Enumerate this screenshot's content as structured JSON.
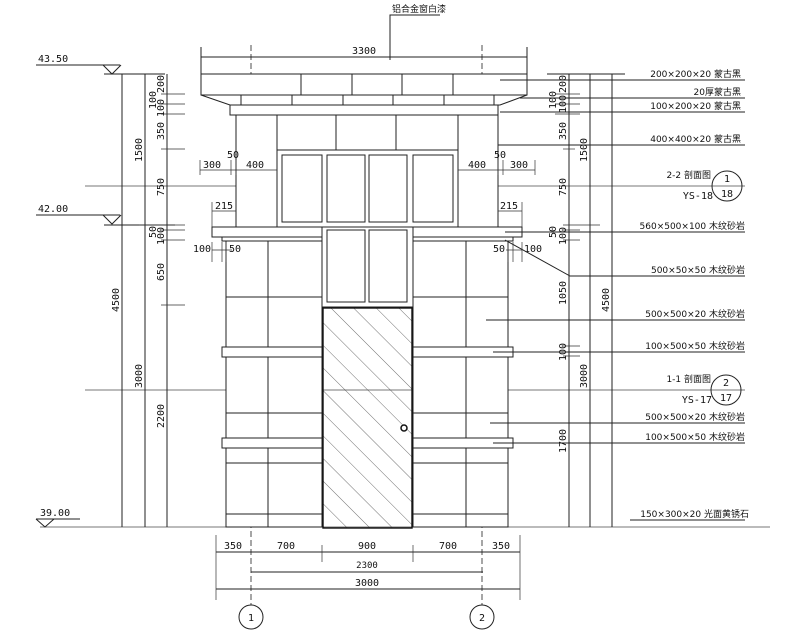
{
  "top_note": "铝合金窗白漆",
  "elevations": [
    "43.50",
    "42.00",
    "39.00"
  ],
  "top_dim": "3300",
  "left_dims": {
    "total": "4500",
    "upper": "1500",
    "lower": "3000",
    "segs": [
      "200",
      "100",
      "100",
      "350",
      "750",
      "50",
      "100",
      "650",
      "2200"
    ]
  },
  "right_dims": {
    "total": "4500",
    "upper": "1500",
    "lower": "3000",
    "segs": [
      "200",
      "100",
      "100",
      "350",
      "750",
      "50",
      "100",
      "1050",
      "100",
      "1700"
    ]
  },
  "detail_dims": {
    "left_300": "300",
    "left_50": "50",
    "left_400": "400",
    "right_400": "400",
    "right_50": "50",
    "right_300": "300",
    "left_215": "215",
    "right_215": "215",
    "left_100": "100",
    "left_50b": "50",
    "right_50b": "50",
    "right_100": "100"
  },
  "bottom_dims": {
    "segs": [
      "350",
      "700",
      "900",
      "700",
      "350"
    ],
    "axis_span": "2300",
    "total": "3000"
  },
  "axes": [
    "1",
    "2"
  ],
  "materials": [
    "200×200×20 蒙古黑",
    "20厚蒙古黑",
    "100×200×20 蒙古黑",
    "400×400×20 蒙古黑",
    "560×500×100 木纹砂岩",
    "500×50×50 木纹砂岩",
    "500×500×20 木纹砂岩",
    "100×500×50 木纹砂岩",
    "500×500×20 木纹砂岩",
    "100×500×50 木纹砂岩",
    "150×300×20 光面黄锈石"
  ],
  "section_refs": [
    {
      "label": "2-2 剖面图",
      "sheet": "YS-18",
      "num": "1",
      "den": "18"
    },
    {
      "label": "1-1 剖面图",
      "sheet": "YS-17",
      "num": "2",
      "den": "17"
    }
  ]
}
